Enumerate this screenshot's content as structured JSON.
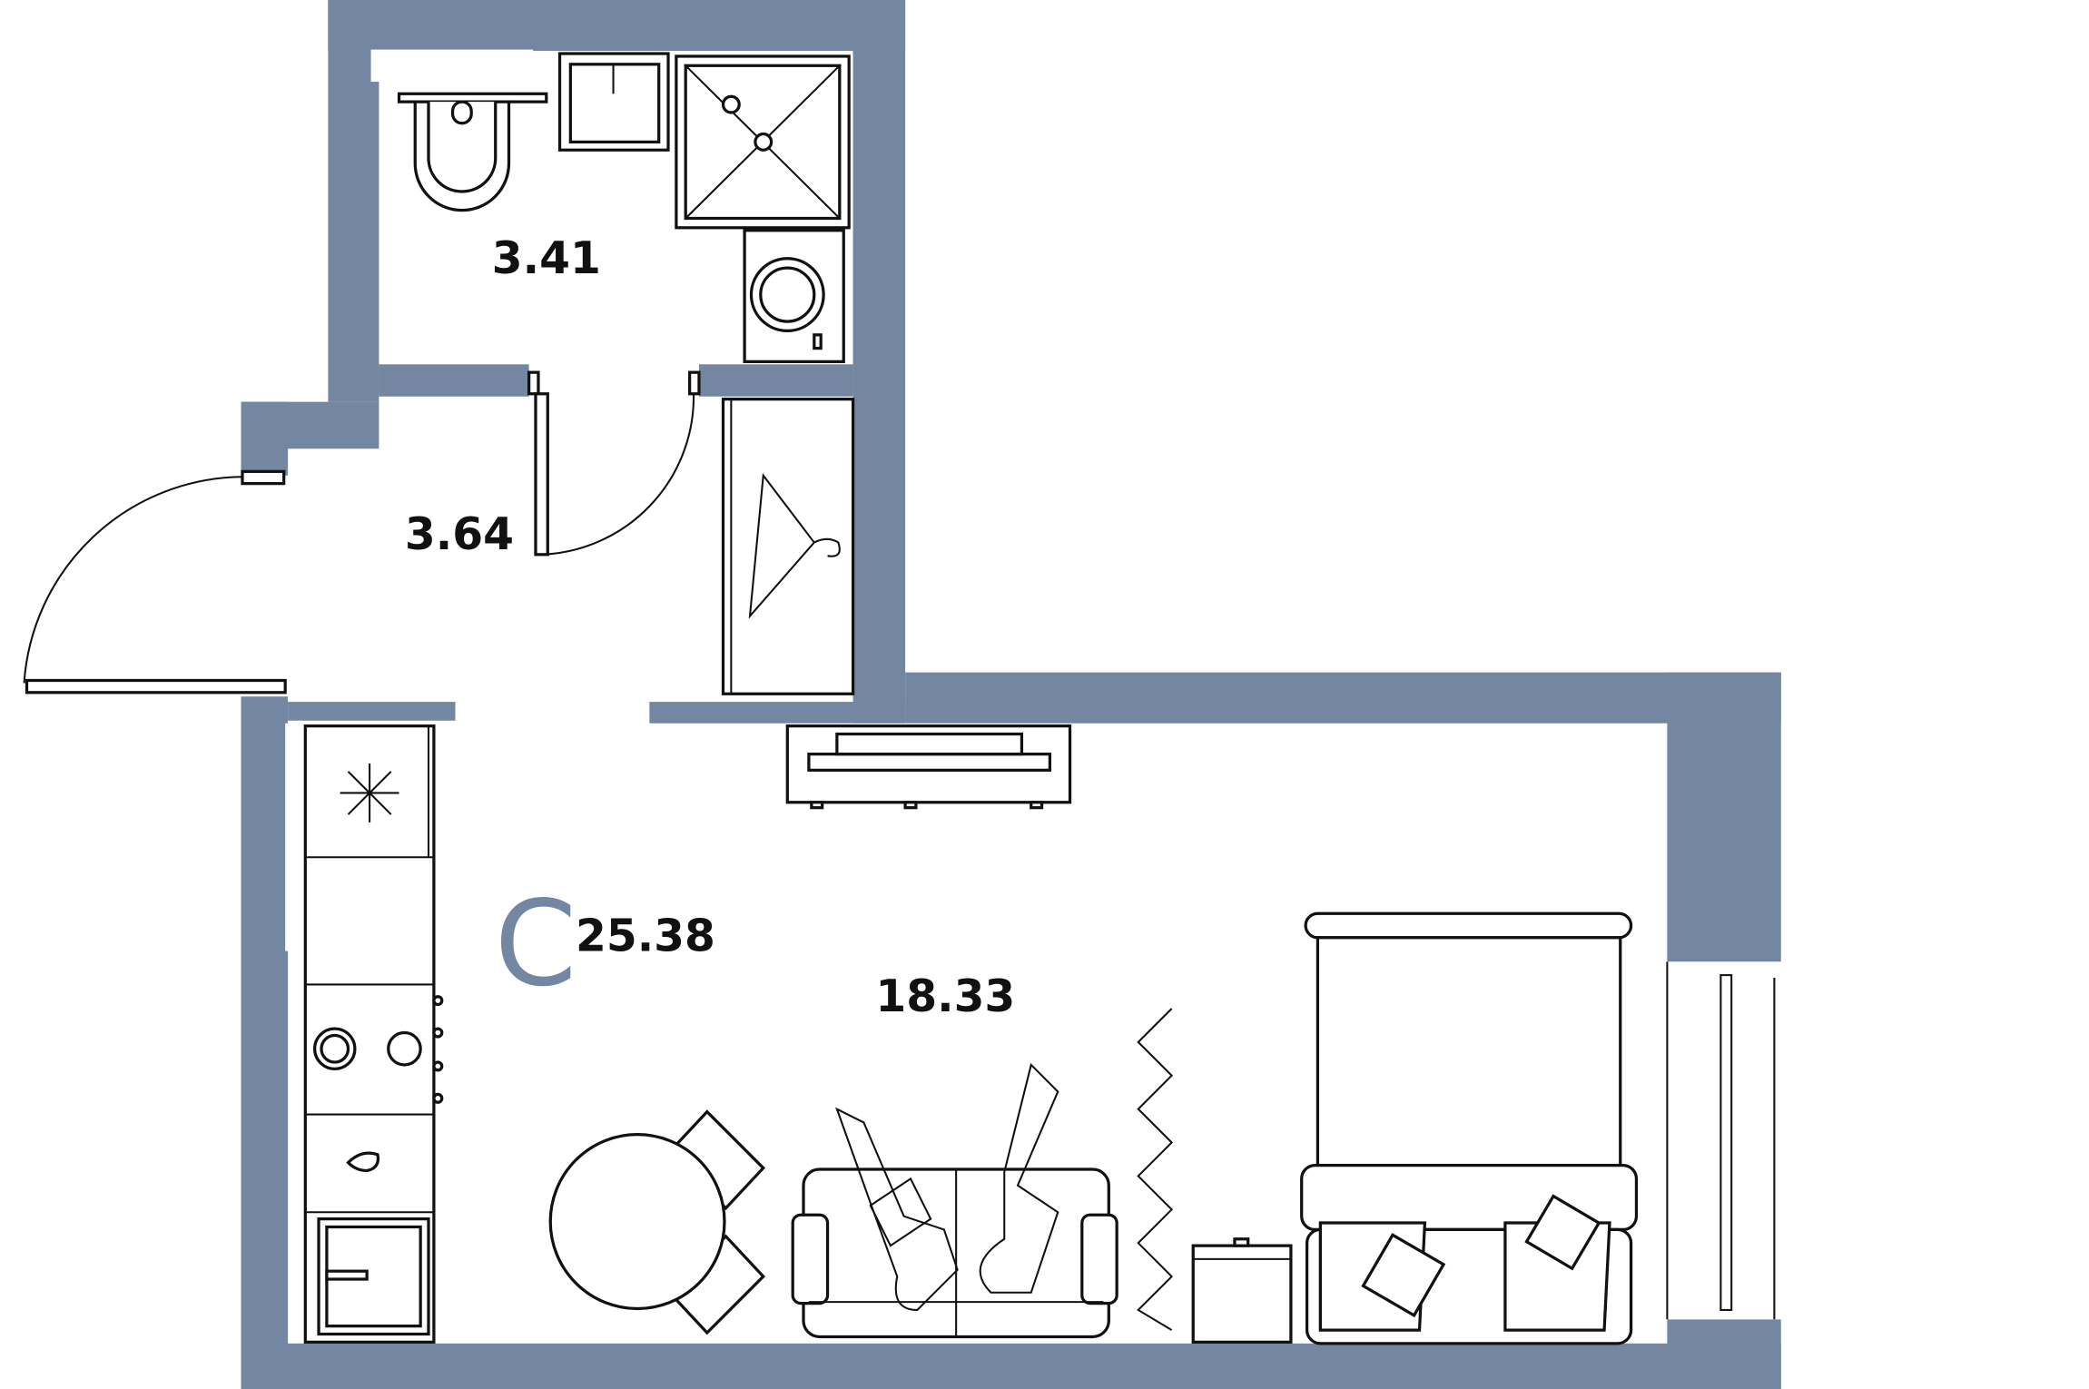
{
  "plan": {
    "type_letter": "C",
    "total_area": "25.38",
    "rooms": [
      {
        "name": "bathroom",
        "area": "3.41"
      },
      {
        "name": "hallway",
        "area": "3.64"
      },
      {
        "name": "living-room",
        "area": "18.33"
      }
    ]
  },
  "colors": {
    "wall": "#7387a2",
    "line": "#111111"
  }
}
